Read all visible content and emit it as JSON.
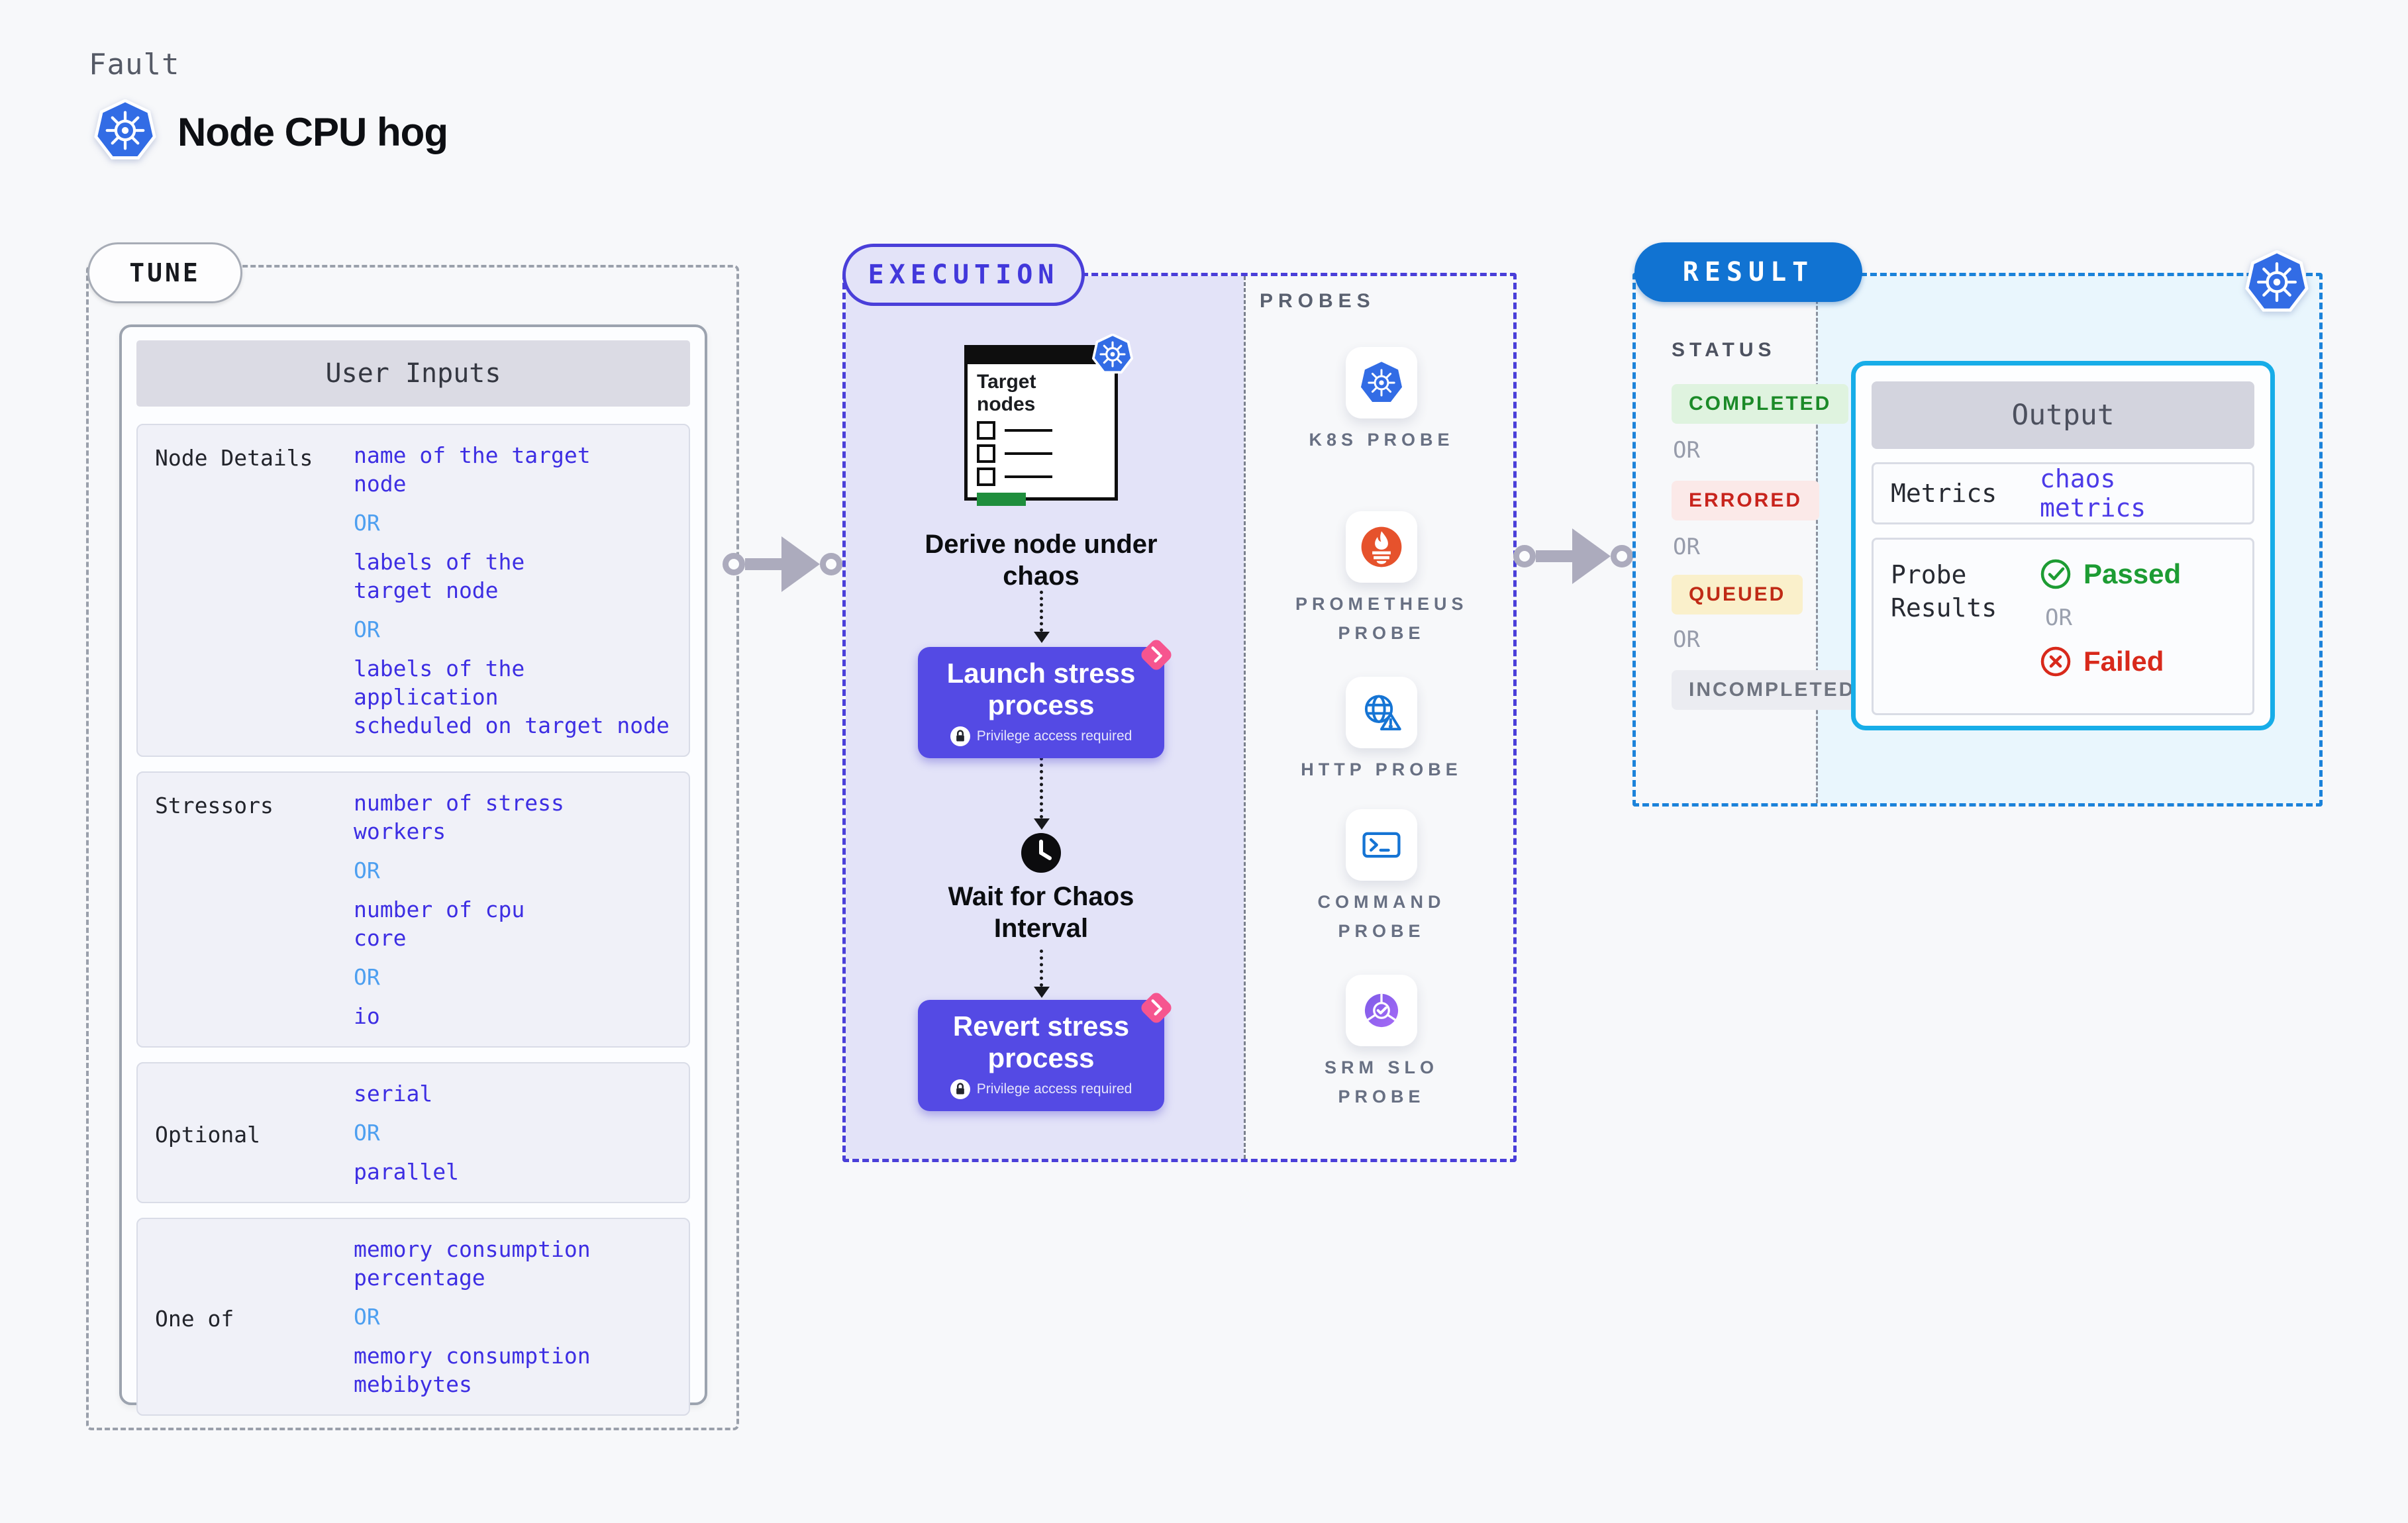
{
  "header": {
    "kicker": "Fault",
    "title": "Node CPU hog"
  },
  "tune": {
    "badge": "TUNE",
    "panel_title": "User Inputs",
    "or": "OR",
    "rows": [
      {
        "label": "Node Details",
        "options": [
          "name of the target\nnode",
          "labels of the\ntarget node",
          "labels of the application\n scheduled on target node"
        ]
      },
      {
        "label": "Stressors",
        "options": [
          "number of stress\nworkers",
          "number of cpu\ncore",
          "io"
        ]
      },
      {
        "label": "Optional",
        "options": [
          "serial",
          "parallel"
        ]
      },
      {
        "label": "One of",
        "options": [
          "memory consumption\npercentage",
          "memory consumption\nmebibytes"
        ]
      }
    ]
  },
  "execution": {
    "badge": "EXECUTION",
    "target_card_title": "Target nodes",
    "derive_label": "Derive node under chaos",
    "launch_label": "Launch stress process",
    "wait_label": "Wait for Chaos Interval",
    "revert_label": "Revert stress process",
    "privilege_note": "Privilege access required"
  },
  "probes": {
    "title": "PROBES",
    "items": [
      {
        "label": "K8S PROBE",
        "icon": "kubernetes-icon"
      },
      {
        "label": "PROMETHEUS PROBE",
        "icon": "prometheus-icon"
      },
      {
        "label": "HTTP PROBE",
        "icon": "globe-warning-icon"
      },
      {
        "label": "COMMAND PROBE",
        "icon": "terminal-icon"
      },
      {
        "label": "SRM SLO PROBE",
        "icon": "pie-check-icon"
      }
    ]
  },
  "result": {
    "badge": "RESULT",
    "status_title": "STATUS",
    "or": "OR",
    "statuses": [
      {
        "label": "COMPLETED",
        "bg": "#DFF3DF",
        "color": "#1B8A28"
      },
      {
        "label": "ERRORED",
        "bg": "#FBE9E8",
        "color": "#C8241D"
      },
      {
        "label": "QUEUED",
        "bg": "#FAF0CB",
        "color": "#C02B16"
      },
      {
        "label": "INCOMPLETED",
        "bg": "#EBECF1",
        "color": "#6F7480"
      }
    ],
    "output": {
      "title": "Output",
      "metrics_label": "Metrics",
      "metrics_value": "chaos metrics",
      "probe_results_label": "Probe Results",
      "passed_label": "Passed",
      "failed_label": "Failed"
    }
  },
  "colors": {
    "accent_indigo": "#544AE4",
    "execution_border": "#4A3FD9",
    "result_blue": "#1173D2",
    "output_border": "#17ADE8",
    "option_blue": "#3D2EE3",
    "or_blue": "#4D9FF0",
    "passed_green": "#1D9C33",
    "failed_red": "#D8291B"
  }
}
